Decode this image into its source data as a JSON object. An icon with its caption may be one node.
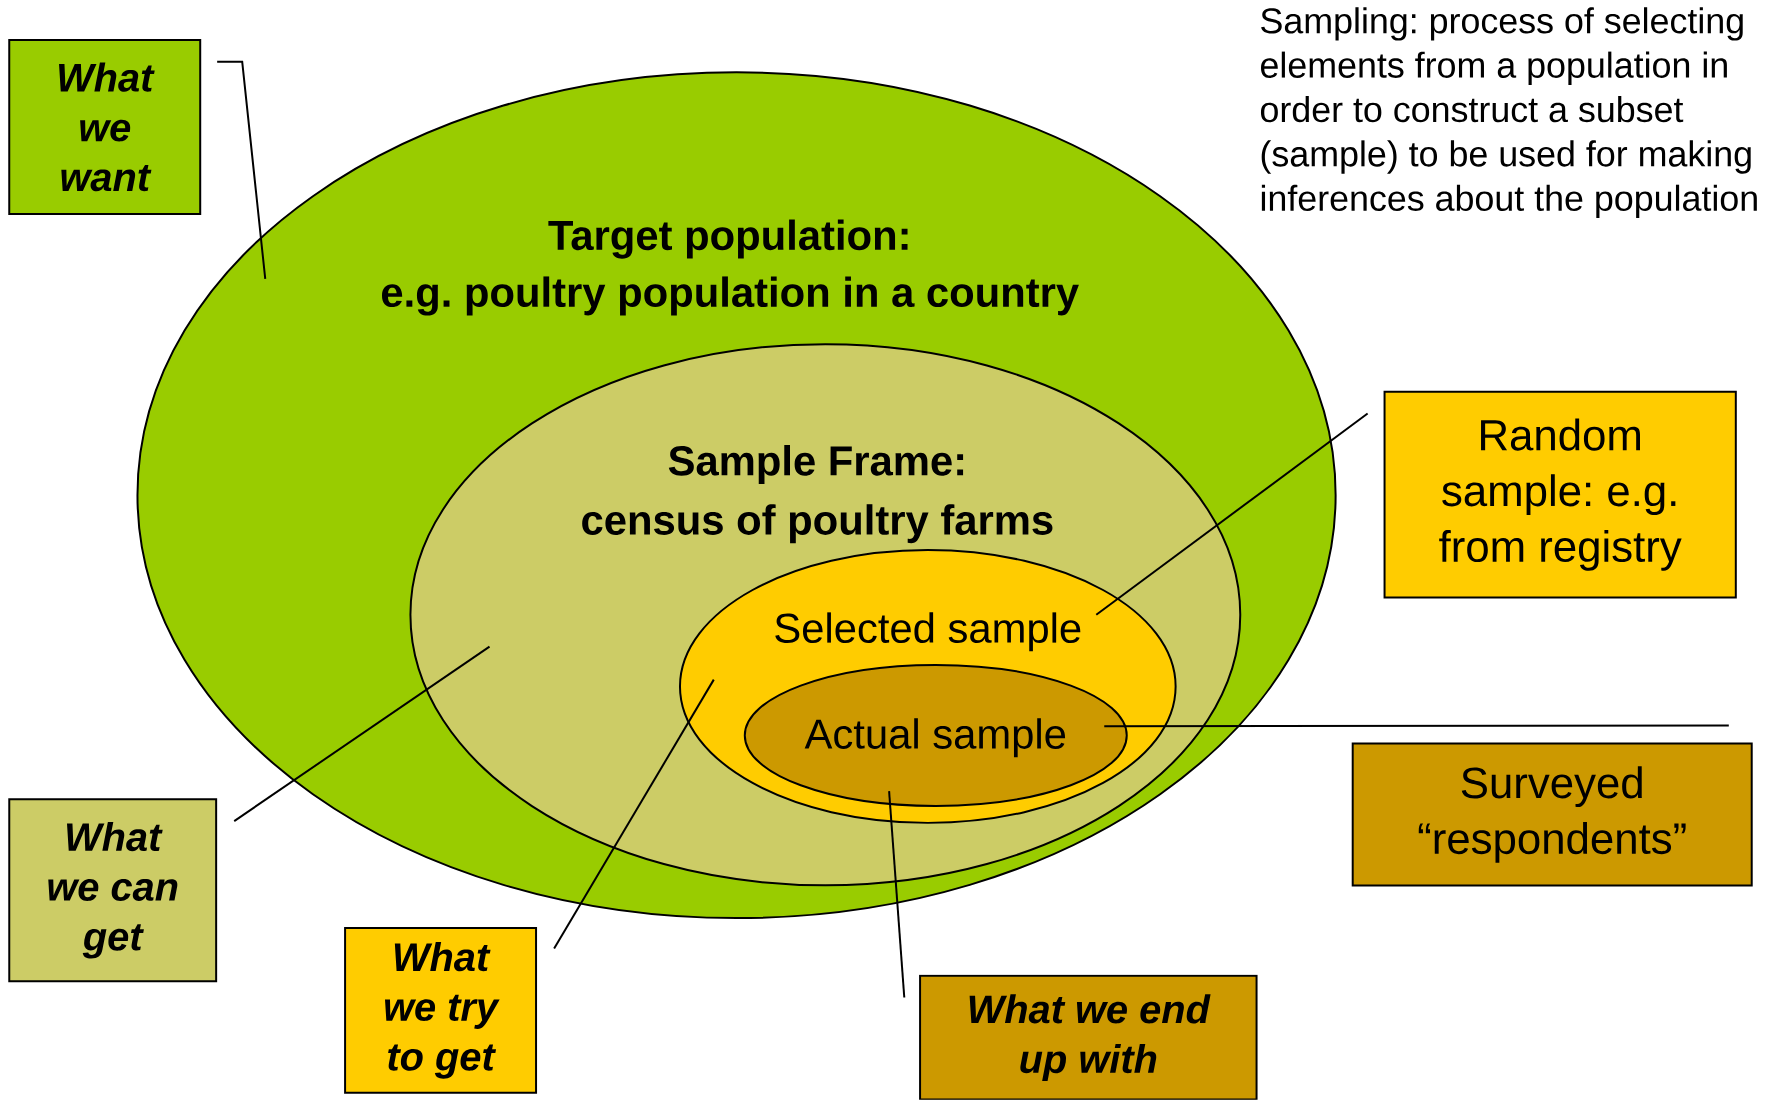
{
  "diagram": {
    "nodes": [
      {
        "text": [
          "Target population:",
          "e.g. poultry population in a country"
        ]
      },
      {
        "text": [
          "Sample Frame:",
          "census of poultry farms"
        ],
        "in": 0
      },
      {
        "text": [
          "Selected sample"
        ],
        "in": 1
      },
      {
        "text": [
          "Actual sample"
        ],
        "in": 2
      },
      {
        "text": [
          "What we want"
        ]
      },
      {
        "text": [
          "What we can get"
        ]
      },
      {
        "text": [
          "What we try to get"
        ]
      },
      {
        "text": [
          "What we end up with"
        ]
      },
      {
        "text": [
          "Random sample: e.g. from registry"
        ]
      },
      {
        "text": [
          "Surveyed “respondents”"
        ]
      }
    ],
    "edges": [
      {
        "from": 4,
        "to": 0,
        "arrow": "none"
      },
      {
        "from": 5,
        "to": 1,
        "arrow": "none"
      },
      {
        "from": 6,
        "to": 2,
        "arrow": "none"
      },
      {
        "from": 7,
        "to": 3,
        "arrow": "none"
      },
      {
        "from": 8,
        "to": 2,
        "arrow": "none"
      },
      {
        "from": 9,
        "to": 3,
        "arrow": "none"
      }
    ],
    "labels": [
      "Sampling: process of selecting elements from a population in order to construct a subset (sample) to be used for making inferences about the population"
    ]
  }
}
